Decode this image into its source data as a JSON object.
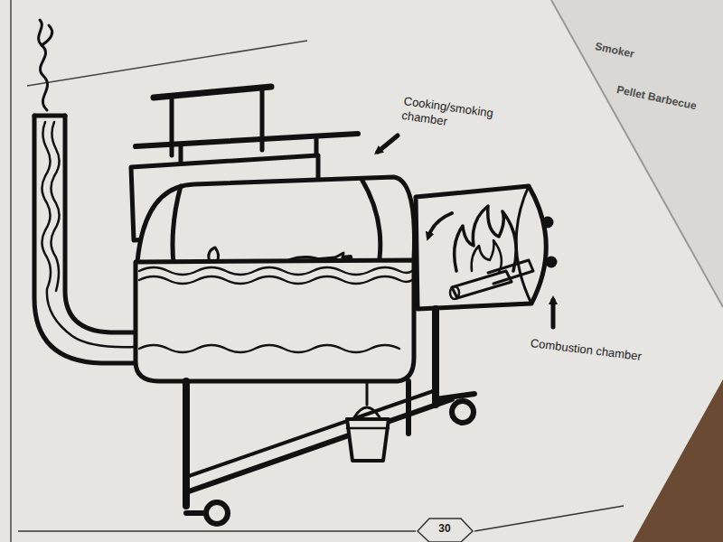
{
  "diagram": {
    "labels": [
      "Cooking/smoking chamber",
      "Combustion chamber",
      "30",
      "Smoker",
      "Pellet Barbecue"
    ]
  }
}
